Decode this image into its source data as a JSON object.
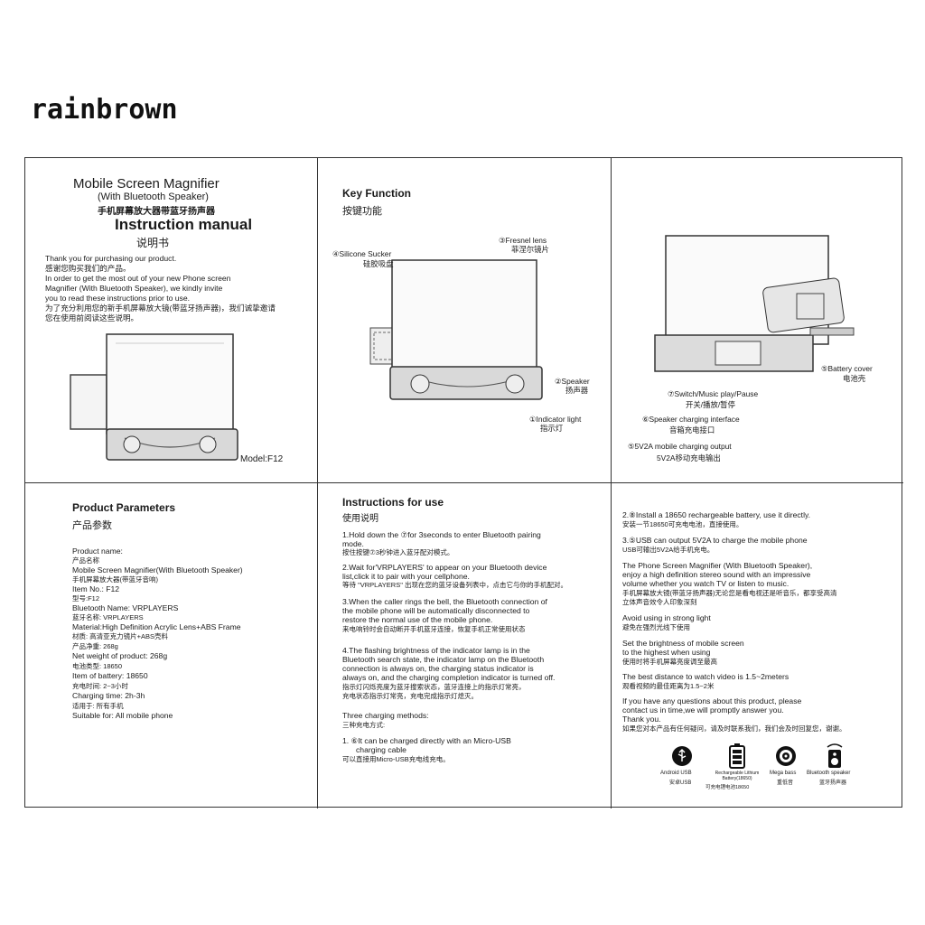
{
  "brand": "rainbrown",
  "cover": {
    "title": "Mobile Screen Magnifier",
    "subtitle": "(With Bluetooth Speaker)",
    "subtitle_cn": "手机屏幕放大器带蓝牙扬声器",
    "manual": "Instruction manual",
    "manual_cn": "说明书",
    "intro": [
      "Thank you for purchasing our product.",
      "感谢您购买我们的产品。",
      "In order to get the most out of your new Phone screen",
      "Magnifier (With Bluetooth Speaker), we kindly invite",
      "you to read these instructions prior to use.",
      "为了充分利用您的新手机屏幕放大镜(带蓝牙扬声器)，我们诚挚邀请",
      "您在使用前阅读这些说明。"
    ],
    "model": "Model:F12"
  },
  "key_function": {
    "title": "Key Function",
    "title_cn": "按键功能",
    "callouts": {
      "sucker": "④Silicone Sucker",
      "sucker_cn": "硅胶吸盘",
      "fresnel": "③Fresnel lens",
      "fresnel_cn": "菲涅尔镜片",
      "speaker": "②Speaker",
      "speaker_cn": "扬声器",
      "indicator": "①Indicator light",
      "indicator_cn": "指示灯"
    }
  },
  "back_view": {
    "battery": "⑤Battery cover",
    "battery_cn": "电池壳",
    "switch": "⑦Switch/Music play/Pause",
    "switch_cn": "开关/播放/暂停",
    "charging": "⑥Speaker charging interface",
    "charging_cn": "音箱充电接口",
    "output": "⑤5V2A mobile charging output",
    "output_cn": "5V2A移动充电输出"
  },
  "params": {
    "title": "Product Parameters",
    "title_cn": "产品参数",
    "lines": [
      "Product name:",
      "产品名称",
      "Mobile Screen Magnifier(With Bluetooth Speaker)",
      "手机屏幕放大器(带蓝牙音响)",
      "Item No.: F12",
      "型号:F12",
      "Bluetooth Name: VRPLAYERS",
      "蓝牙名称: VRPLAYERS",
      "Material:High Definition Acrylic Lens+ABS Frame",
      "材质: 高清亚克力镜片+ABS壳料",
      "产品净重: 268g",
      "Net weight of product: 268g",
      "电池类型: 18650",
      "Item of battery: 18650",
      "充电时间: 2~3小时",
      "Charging time: 2h-3h",
      "适用于: 所有手机",
      "Suitable for: All mobile phone"
    ]
  },
  "instructions": {
    "title": "Instructions for use",
    "title_cn": "使用说明",
    "step1": [
      "1.Hold down the ⑦for 3seconds to enter Bluetooth pairing",
      "mode.",
      "按住按键⑦3秒钟进入蓝牙配对模式。"
    ],
    "step2": [
      "2.Wait for'VRPLAYERS' to appear on your Bluetooth device",
      "list,click it to pair with your cellphone.",
      "等待 \"VRPLAYERS\" 出现在您的蓝牙设备列表中，点击它与你的手机配对。"
    ],
    "step3": [
      "3.When the caller rings the bell, the Bluetooth connection of",
      "the mobile phone will be automatically disconnected to",
      "restore the normal use of the mobile phone.",
      "来电响铃时会自动断开手机蓝牙连接，恢复手机正常使用状态"
    ],
    "step4": [
      "4.The flashing brightness of the indicator lamp is in the",
      "Bluetooth search state, the indicator lamp on the Bluetooth",
      "connection is always on, the charging status indicator is",
      "always on, and the charging completion indicator is turned off.",
      "指示灯闪烁亮度为蓝牙搜索状态，蓝牙连接上的指示灯常亮，",
      "充电状态指示灯常亮，充电完成指示灯熄灭。"
    ],
    "methods": "Three charging methods:",
    "methods_cn": "三种充电方式:",
    "m1": [
      "1. ⑥It can be charged directly with an Micro-USB",
      "charging cable",
      "可以直接用Micro-USB充电线充电。"
    ]
  },
  "more": {
    "m2": [
      "2.⑧Install a 18650 rechargeable battery, use it directly.",
      "安装一节18650可充电电池，直接使用。"
    ],
    "m3": [
      "3.⑤USB can output 5V2A to charge the mobile phone",
      "USB可输出5V2A给手机充电。"
    ],
    "desc": [
      "The Phone Screen Magnifier (With Bluetooth Speaker),",
      "enjoy a high definition stereo sound with an impressive",
      "volume whether you watch TV or listen to music.",
      "手机屏幕放大镜(带蓝牙扬声器)无论您是看电视还是听音乐，都享受高清",
      "立体声音效令人印象深刻"
    ],
    "avoid": [
      "Avoid using in strong light",
      "避免在强烈光线下使用"
    ],
    "brightness": [
      "Set the brightness of mobile screen",
      "to the highest when using",
      "使用时将手机屏幕亮度调至最高"
    ],
    "distance": [
      "The best distance to watch video is 1.5~2meters",
      "观看视频的最佳距离为1.5~2米"
    ],
    "contact": [
      "If you have any questions about this product, please",
      "contact us in time,we will promptly answer you.",
      "Thank you.",
      "如果您对本产品有任何疑问，请及时联系我们，我们会及时回复您，谢谢。"
    ],
    "icons": [
      {
        "icon": "usb-icon",
        "label": "Android USB",
        "label_cn": "安卓USB"
      },
      {
        "icon": "battery-icon",
        "label": "Rechargeable Lithium Battery(18650)",
        "label_cn": "可充电锂电池18650"
      },
      {
        "icon": "mega-bass-icon",
        "label": "Mega bass",
        "label_cn": "重低音"
      },
      {
        "icon": "bluetooth-speaker-icon",
        "label": "Bluetooth speaker",
        "label_cn": "蓝牙扬声器"
      }
    ]
  }
}
